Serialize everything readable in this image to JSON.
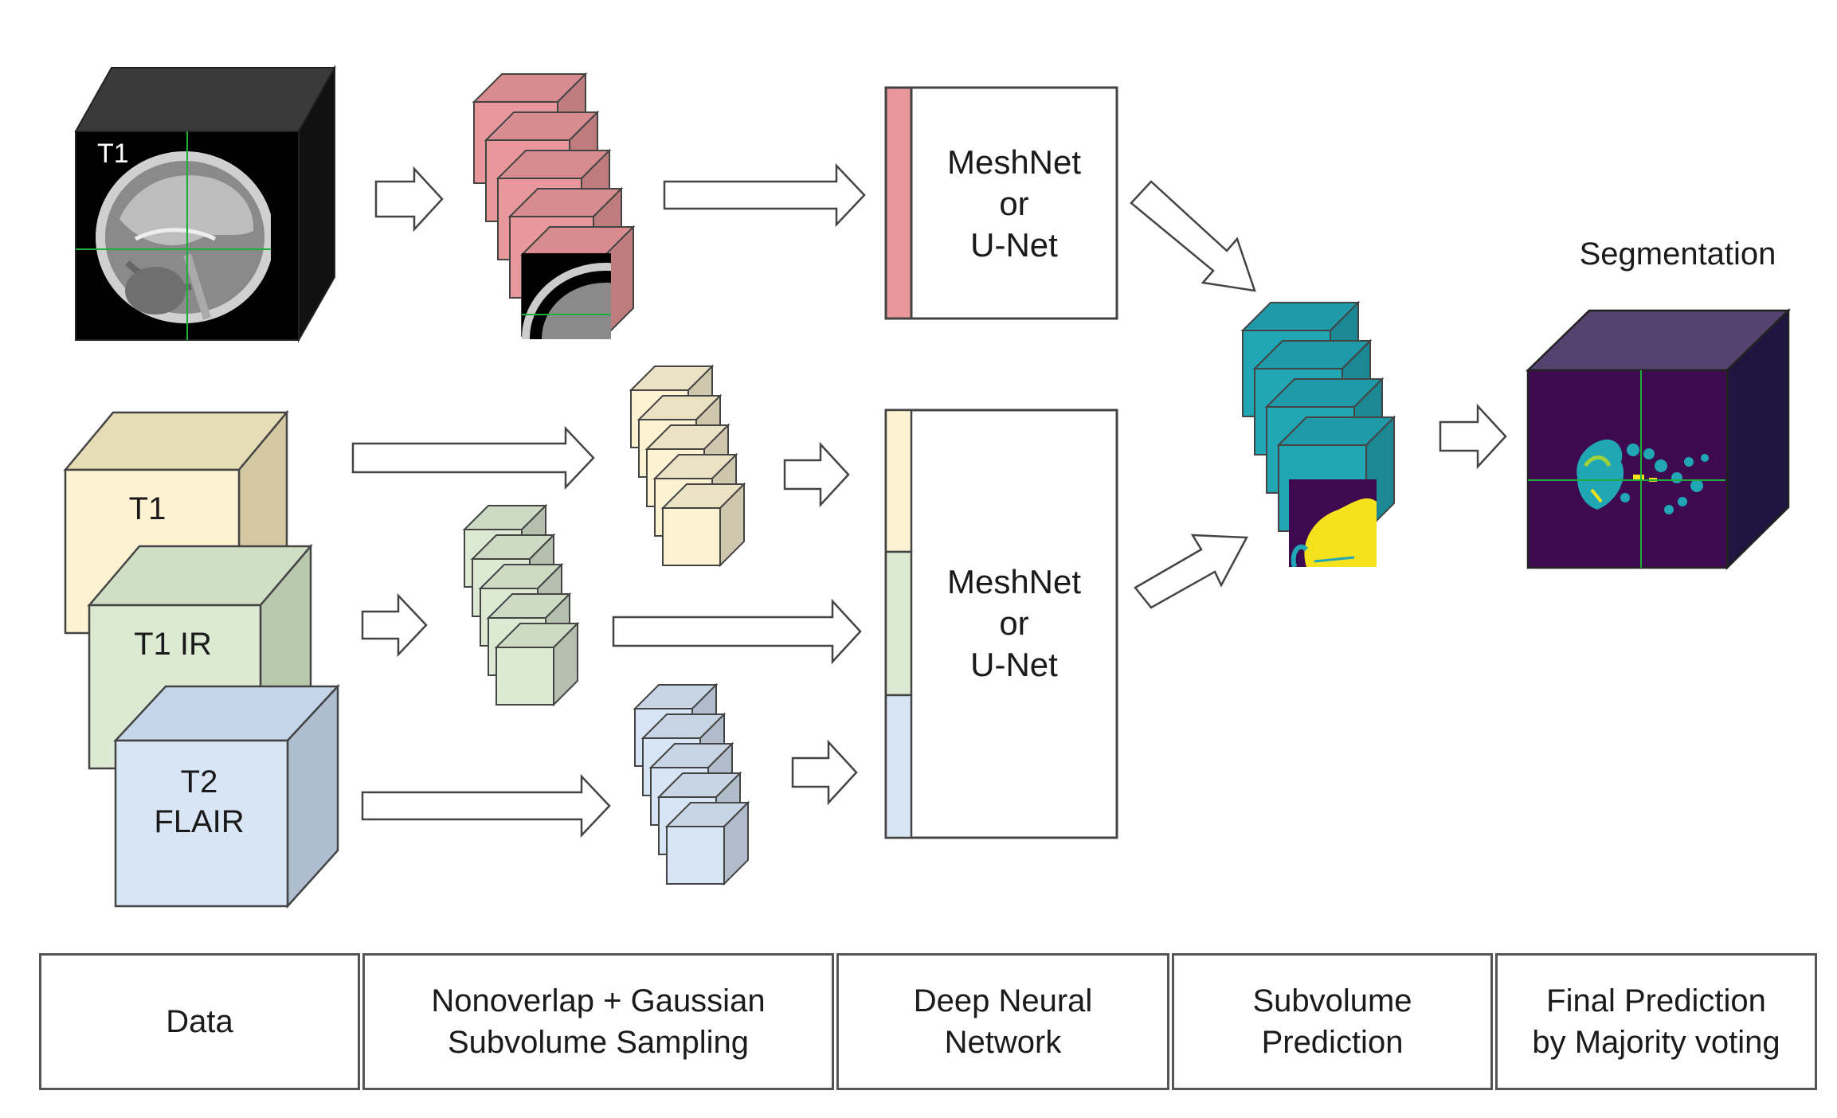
{
  "inputs": {
    "single_modality": "T1",
    "multi_modality": [
      "T1",
      "T1 IR",
      "T2\nFLAIR"
    ]
  },
  "network_label": "MeshNet\nor\nU-Net",
  "output_label": "Segmentation",
  "stages": [
    "Data",
    "Nonoverlap + Gaussian\nSubvolume Sampling",
    "Deep Neural\nNetwork",
    "Subvolume\nPrediction",
    "Final Prediction\nby Majority voting"
  ],
  "colors": {
    "t1_patch": "#e8979a",
    "t1_block": "#fdf3d3",
    "t1ir_block": "#dcead3",
    "flair_block": "#d7e5f5",
    "subvolume_prediction": "#21a6b5",
    "segmentation_volume": "#3d0a4f"
  }
}
